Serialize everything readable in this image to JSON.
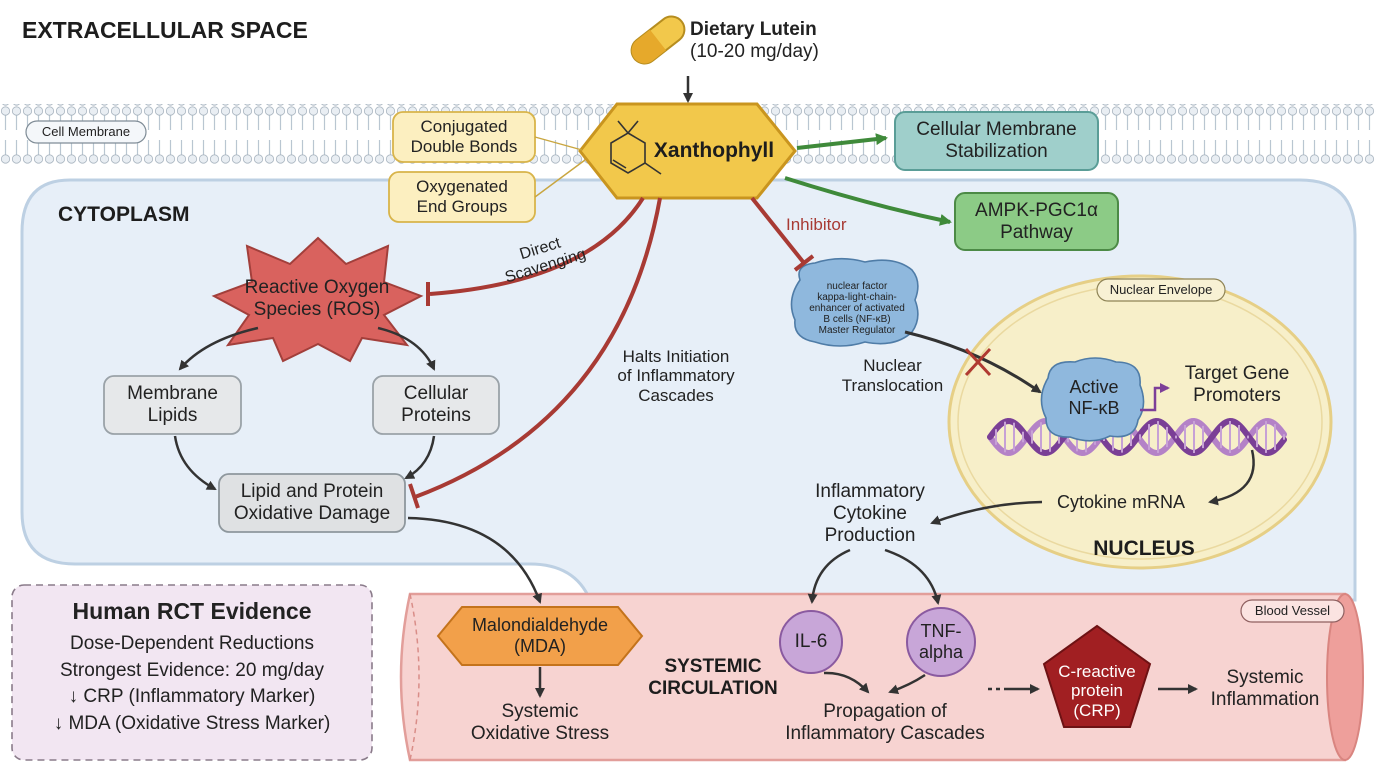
{
  "regions": {
    "extracellular": "EXTRACELLULAR SPACE",
    "cytoplasm": "CYTOPLASM",
    "nucleus": "NUCLEUS",
    "systemic": [
      "SYSTEMIC",
      "CIRCULATION"
    ]
  },
  "tags": {
    "cell_membrane": "Cell Membrane",
    "nuclear_envelope": "Nuclear Envelope",
    "blood_vessel": "Blood Vessel"
  },
  "input": {
    "name": "Dietary Lutein",
    "dose": "(10-20 mg/day)"
  },
  "core": {
    "name": "Xanthophyll",
    "feature_1": [
      "Conjugated",
      "Double Bonds"
    ],
    "feature_2": [
      "Oxygenated",
      "End Groups"
    ]
  },
  "effects": {
    "membrane": [
      "Cellular Membrane",
      "Stabilization"
    ],
    "ampk": [
      "AMPK-PGC1α",
      "Pathway"
    ],
    "inhibitor_label": "Inhibitor",
    "direct_scavenging": [
      "Direct",
      "Scavenging"
    ],
    "halts": [
      "Halts Initiation",
      "of Inflammatory",
      "Cascades"
    ]
  },
  "oxidative": {
    "ros": [
      "Reactive Oxygen",
      "Species (ROS)"
    ],
    "lipids": [
      "Membrane",
      "Lipids"
    ],
    "proteins": [
      "Cellular",
      "Proteins"
    ],
    "damage": [
      "Lipid and Protein",
      "Oxidative Damage"
    ],
    "mda": [
      "Malondialdehyde",
      "(MDA)"
    ],
    "systemic_stress": [
      "Systemic",
      "Oxidative Stress"
    ]
  },
  "nfkb": {
    "regulator": [
      "nuclear factor",
      "kappa-light-chain-",
      "enhancer of activated",
      "B cells (NF-κB)",
      "Master Regulator"
    ],
    "translocation": [
      "Nuclear",
      "Translocation"
    ],
    "active": [
      "Active",
      "NF-κB"
    ],
    "target_genes": [
      "Target Gene",
      "Promoters"
    ],
    "mrna": "Cytokine mRNA"
  },
  "inflammation": {
    "production": [
      "Inflammatory",
      "Cytokine",
      "Production"
    ],
    "il6": "IL-6",
    "tnf": [
      "TNF-",
      "alpha"
    ],
    "propagation": [
      "Propagation of",
      "Inflammatory Cascades"
    ],
    "crp": [
      "C-reactive",
      "protein",
      "(CRP)"
    ],
    "systemic": [
      "Systemic",
      "Inflammation"
    ]
  },
  "evidence": {
    "title": "Human RCT Evidence",
    "lines": [
      "Dose-Dependent Reductions",
      "Strongest Evidence: 20 mg/day",
      "↓ CRP (Inflammatory Marker)",
      "↓ MDA (Oxidative Stress Marker)"
    ]
  },
  "colors": {
    "xanthophyll": "#f2c84b",
    "ros": "#d9625e",
    "inhibit": "#a83a34",
    "activate": "#3f8a3a",
    "nfkb": "#8fb8dd",
    "cytokine": "#c8a6d8",
    "crp": "#a11f22",
    "mda": "#f2a04a",
    "vessel": "#f7d3d1",
    "nucleus": "#f7efc9",
    "cytoplasm": "#e7eff8",
    "evidence": "#f2e6f2"
  }
}
